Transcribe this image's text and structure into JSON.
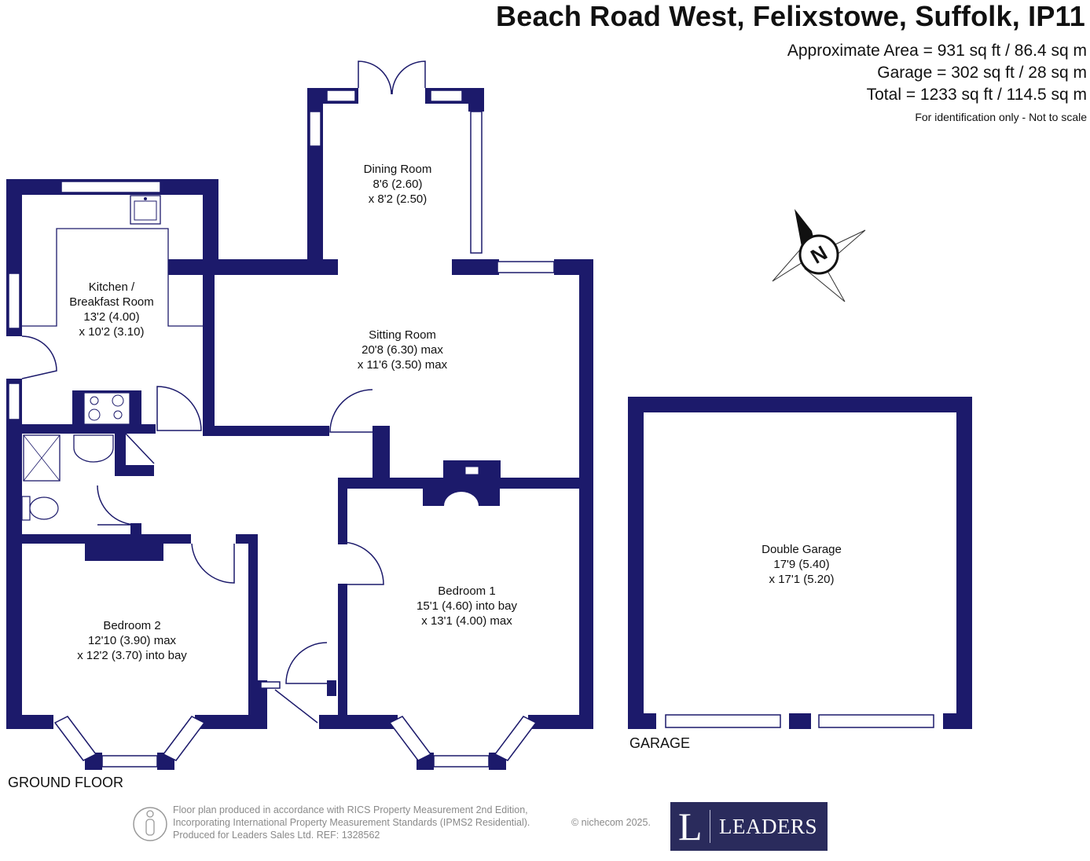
{
  "header": {
    "title": "Beach Road West, Felixstowe, Suffolk, IP11",
    "approx_area": "Approximate Area = 931 sq ft / 86.4 sq m",
    "garage_area": "Garage = 302 sq ft / 28 sq m",
    "total_area": "Total = 1233 sq ft / 114.5 sq m",
    "disclaimer": "For identification only - Not to scale"
  },
  "rooms": {
    "dining": {
      "name": "Dining Room",
      "dim1": "8'6 (2.60)",
      "dim2": "x 8'2 (2.50)"
    },
    "kitchen": {
      "name1": "Kitchen /",
      "name2": "Breakfast Room",
      "dim1": "13'2 (4.00)",
      "dim2": "x 10'2 (3.10)"
    },
    "sitting": {
      "name": "Sitting Room",
      "dim1": "20'8 (6.30) max",
      "dim2": "x 11'6 (3.50) max"
    },
    "bedroom1": {
      "name": "Bedroom 1",
      "dim1": "15'1 (4.60) into bay",
      "dim2": "x 13'1 (4.00) max"
    },
    "bedroom2": {
      "name": "Bedroom 2",
      "dim1": "12'10 (3.90) max",
      "dim2": "x 12'2 (3.70) into bay"
    },
    "garage": {
      "name": "Double Garage",
      "dim1": "17'9 (5.40)",
      "dim2": "x 17'1 (5.20)"
    }
  },
  "floor_labels": {
    "ground": "GROUND FLOOR",
    "garage": "GARAGE"
  },
  "compass": {
    "letter": "N",
    "icon": "compass-rose-icon"
  },
  "footer": {
    "line1": "Floor plan produced in accordance with RICS Property Measurement 2nd Edition,",
    "line2": "Incorporating International Property Measurement Standards (IPMS2 Residential).",
    "line3": "Produced for Leaders Sales Ltd.   REF:  1328562",
    "copyright": "© nichecom 2025."
  },
  "logo": {
    "letter": "L",
    "word": "LEADERS",
    "background": "#2a2b5c"
  },
  "colors": {
    "wall": "#1c1a6b"
  }
}
